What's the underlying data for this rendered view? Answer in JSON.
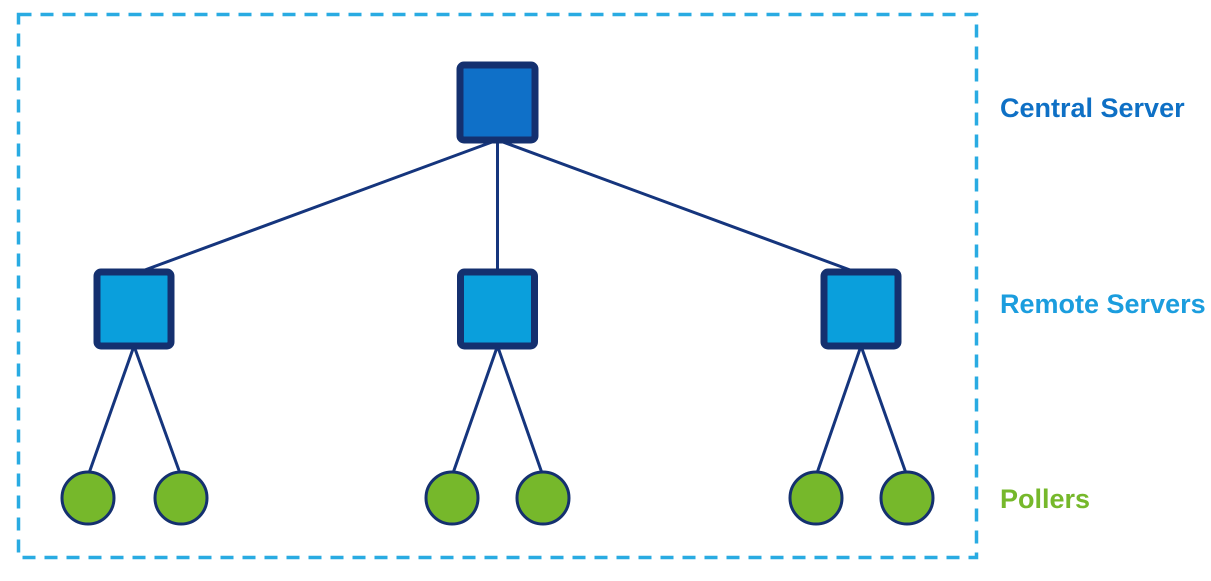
{
  "diagram": {
    "labels": {
      "central": "Central Server",
      "remote": "Remote Servers",
      "pollers": "Pollers"
    },
    "colors": {
      "central_fill": "#0f70c8",
      "remote_fill": "#0a9fdc",
      "poller_fill": "#76b82b",
      "node_border": "#14306f",
      "edge": "#15357d",
      "dashed_border": "#29abe2",
      "central_label": "#0e70c5",
      "remote_label": "#1b9dde",
      "pollers_label": "#76b82b"
    },
    "structure": {
      "central_servers": 1,
      "remote_servers": 3,
      "pollers_per_remote_server": 2,
      "pollers_total": 6,
      "hierarchy": "central server connects to each remote server; each remote server connects to two pollers"
    }
  }
}
